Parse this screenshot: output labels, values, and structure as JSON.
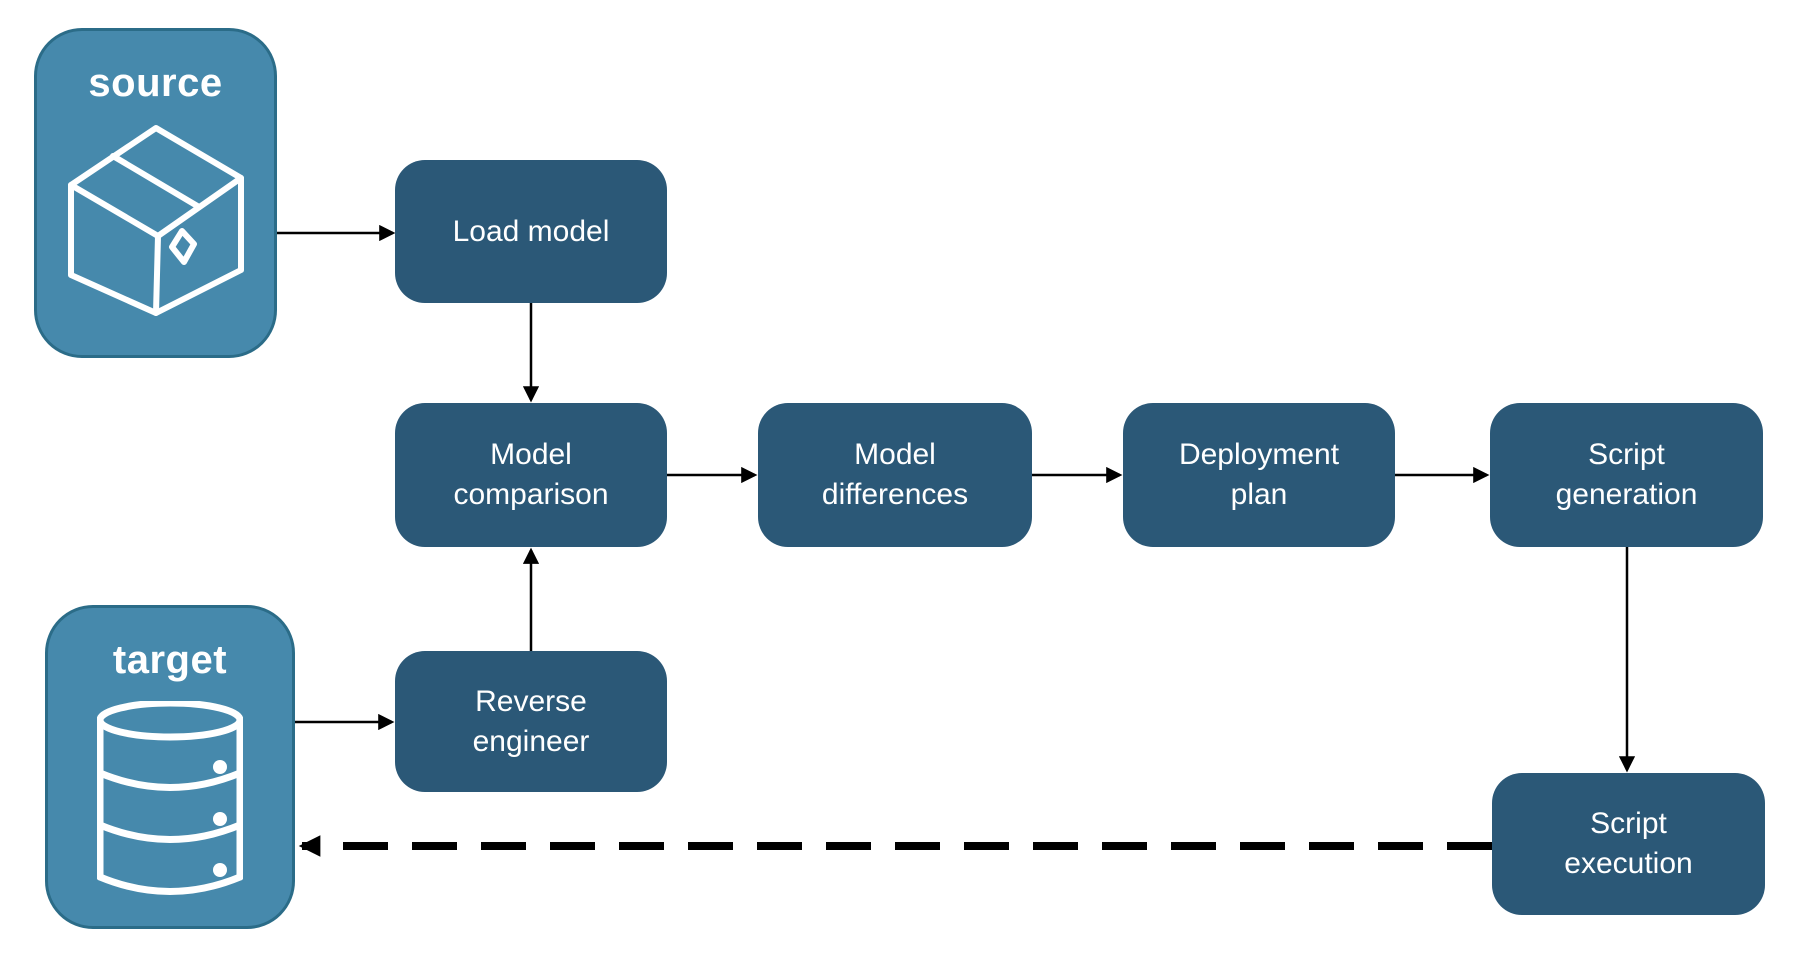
{
  "diagram": {
    "title": "model deployment pipeline flowchart",
    "nodes": {
      "source": {
        "label": "source",
        "icon": "package-icon"
      },
      "target": {
        "label": "target",
        "icon": "database-icon"
      },
      "load_model": {
        "label": "Load model"
      },
      "model_comparison": {
        "label": "Model comparison"
      },
      "model_differences": {
        "label": "Model differences"
      },
      "deployment_plan": {
        "label": "Deployment plan"
      },
      "script_generation": {
        "label": "Script generation"
      },
      "reverse_engineer": {
        "label": "Reverse engineer"
      },
      "script_execution": {
        "label": "Script execution"
      }
    },
    "edges": [
      {
        "from": "source",
        "to": "load_model",
        "style": "solid"
      },
      {
        "from": "load_model",
        "to": "model_comparison",
        "style": "solid"
      },
      {
        "from": "model_comparison",
        "to": "model_differences",
        "style": "solid"
      },
      {
        "from": "model_differences",
        "to": "deployment_plan",
        "style": "solid"
      },
      {
        "from": "deployment_plan",
        "to": "script_generation",
        "style": "solid"
      },
      {
        "from": "script_generation",
        "to": "script_execution",
        "style": "solid"
      },
      {
        "from": "target",
        "to": "reverse_engineer",
        "style": "solid"
      },
      {
        "from": "reverse_engineer",
        "to": "model_comparison",
        "style": "solid"
      },
      {
        "from": "script_execution",
        "to": "target",
        "style": "dashed"
      }
    ],
    "colors": {
      "entity_fill": "#4689AC",
      "entity_border": "#2B6C88",
      "process_fill": "#2B5877",
      "text_color": "#FFFFFF",
      "arrow_color": "#000000",
      "page_bg": "#FFFFFF"
    }
  }
}
